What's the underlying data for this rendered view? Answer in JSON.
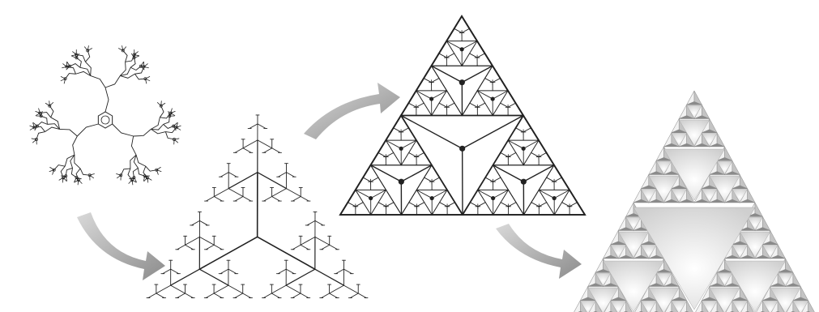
{
  "figure": {
    "panels": [
      {
        "id": "dendrimer-molecule",
        "kind": "chemical structure"
      },
      {
        "id": "fractal-tree-triangle",
        "kind": "branching tree inscribed in triangle"
      },
      {
        "id": "sierpinski-network",
        "kind": "triangular network with nodes"
      },
      {
        "id": "sierpinski-pyramid-3d",
        "kind": "shaded 3D Sierpinski pyramid"
      }
    ],
    "arrows": [
      "down-right",
      "up-right",
      "down-right"
    ],
    "colors": {
      "line": "#222222",
      "arrow": "#a8a8a8",
      "pyramid_light": "#f2f2f2",
      "pyramid_mid": "#c4c4c4",
      "pyramid_dark": "#8a8a8a"
    }
  }
}
